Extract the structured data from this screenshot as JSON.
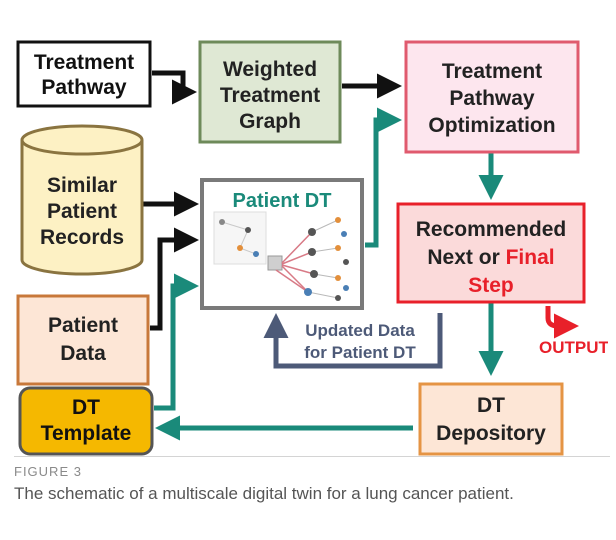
{
  "colors": {
    "black_arrow": "#111111",
    "teal_arrow": "#1a8a7a",
    "navy_arrow": "#4d5a78",
    "final_red": "#e8202a",
    "output_red": "#e8202a"
  },
  "nodes": {
    "treatment_pathway": [
      "Treatment",
      "Pathway"
    ],
    "weighted_graph": [
      "Weighted",
      "Treatment",
      "Graph"
    ],
    "optimization": [
      "Treatment",
      "Pathway",
      "Optimization"
    ],
    "similar_records": [
      "Similar",
      "Patient",
      "Records"
    ],
    "patient_dt": "Patient DT",
    "recommended": {
      "line1": "Recommended",
      "line2": "Next or ",
      "final": "Final",
      "line3": "Step"
    },
    "patient_data": [
      "Patient",
      "Data"
    ],
    "updated_data": [
      "Updated Data",
      "for Patient DT"
    ],
    "output": "OUTPUT",
    "dt_template": [
      "DT",
      "Template"
    ],
    "dt_depository": [
      "DT",
      "Depository"
    ]
  },
  "caption": {
    "label": "FIGURE 3",
    "text": "The schematic of a multiscale digital twin for a lung cancer patient."
  }
}
